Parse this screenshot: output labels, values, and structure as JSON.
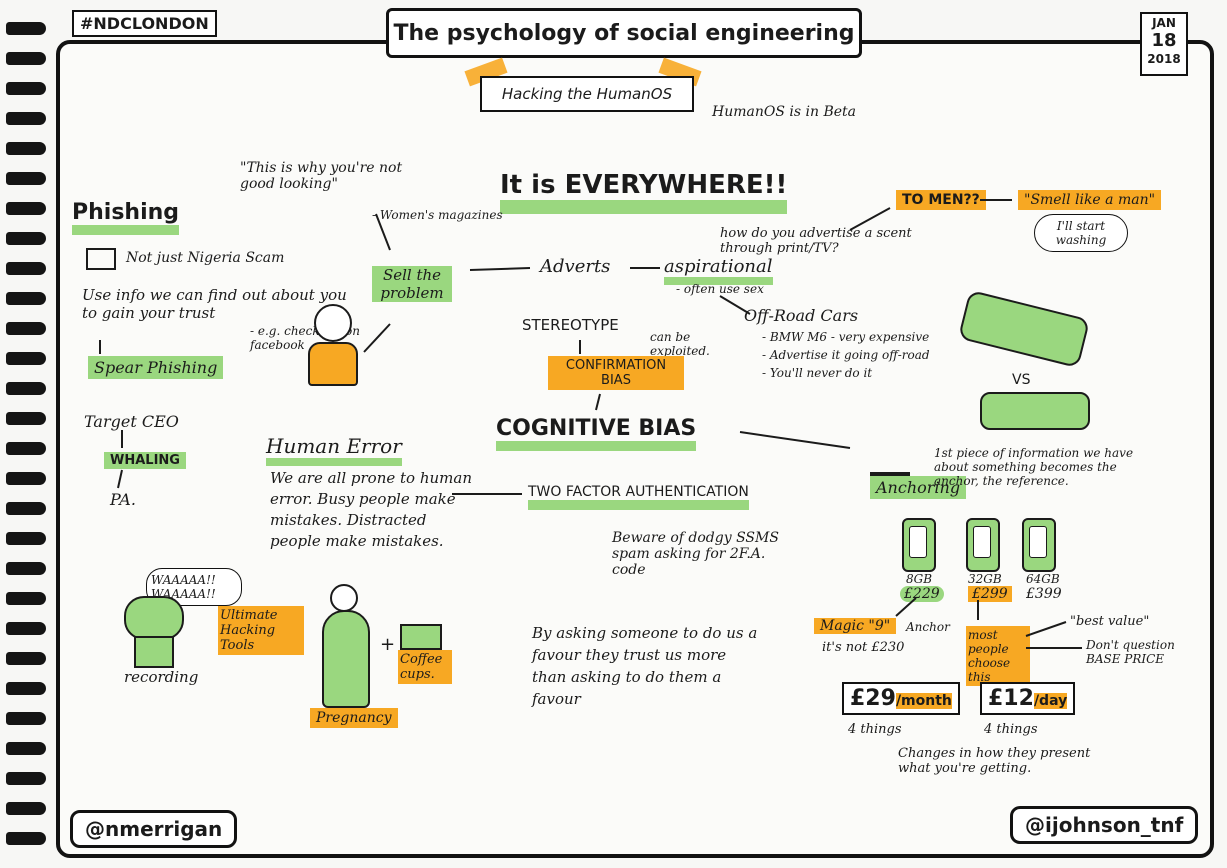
{
  "hashtag": "#NDCLONDON",
  "title": "The psychology of social engineering",
  "subtitle": "Hacking the HumanOS",
  "beta_note": "HumanOS is in Beta",
  "date": {
    "month": "JAN",
    "day": "18",
    "year": "2018"
  },
  "center": {
    "headline": "It is EVERYWHERE!!",
    "adverts": "Adverts",
    "aspirational": "aspirational",
    "aspirational_note": "- often use sex",
    "advertise_q": "how do you advertise a scent through print/TV?",
    "to_men": "TO MEN??",
    "smell_like": "\"Smell like a man\"",
    "start_washing": "I'll start washing",
    "offroad_title": "Off-Road Cars",
    "offroad_items": [
      "- BMW M6 - very expensive",
      "- Advertise it going off-road",
      "- You'll never do it"
    ],
    "vs": "VS",
    "quote": "\"This is why you're not good looking\"",
    "quote_source": "- Women's magazines",
    "sell_problem": "Sell the problem",
    "stereotype": "STEREOTYPE",
    "can_be": "can be exploited.",
    "confirmation_bias": "CONFIRMATION BIAS",
    "cognitive_bias": "COGNITIVE BIAS"
  },
  "left": {
    "phishing": "Phishing",
    "not_nigeria": "Not just Nigeria Scam",
    "use_info": "Use info we can find out about you to gain your trust",
    "checkins": "- e.g. check-ins on facebook",
    "spear": "Spear Phishing",
    "target_ceo": "Target CEO",
    "whaling": "WHALING",
    "pa": "PA."
  },
  "human_error": {
    "title": "Human Error",
    "body": "We are all prone to human error. Busy people make mistakes. Distracted people make mistakes.",
    "two_factor": "TWO FACTOR AUTHENTICATION",
    "sms": "Beware of dodgy SSMS spam asking for 2F.A. code",
    "favour": "By asking someone to do us a favour they trust us more than asking to do them a favour"
  },
  "tools": {
    "waaa": "WAAAAA!! WAAAAA!!",
    "ultimate": "Ultimate Hacking Tools",
    "coffee": "Coffee cups.",
    "recording": "recording",
    "pregnancy": "Pregnancy",
    "plus": "+"
  },
  "anchoring": {
    "title": "Anchoring",
    "desc": "1st piece of information we have about something becomes the anchor, the reference.",
    "phones": [
      {
        "cap": "8GB",
        "price": "£229"
      },
      {
        "cap": "32GB",
        "price": "£299"
      },
      {
        "cap": "64GB",
        "price": "£399"
      }
    ],
    "anchor_label": "Anchor",
    "magic": "Magic \"9\"",
    "not_230": "it's not £230",
    "most_people": "most people choose this",
    "best_value": "\"best value\"",
    "dont_question": "Don't question BASE PRICE",
    "month_price": "£29",
    "month_unit": "/month",
    "day_price": "£12",
    "day_unit": "/day",
    "four_things_a": "4 things",
    "four_things_b": "4 things",
    "changes": "Changes in how they present what you're getting."
  },
  "footer": {
    "left": "@nmerrigan",
    "right": "@ijohnson_tnf"
  },
  "colors": {
    "green": "#9ad77f",
    "orange": "#f7a823",
    "ink": "#121212"
  }
}
